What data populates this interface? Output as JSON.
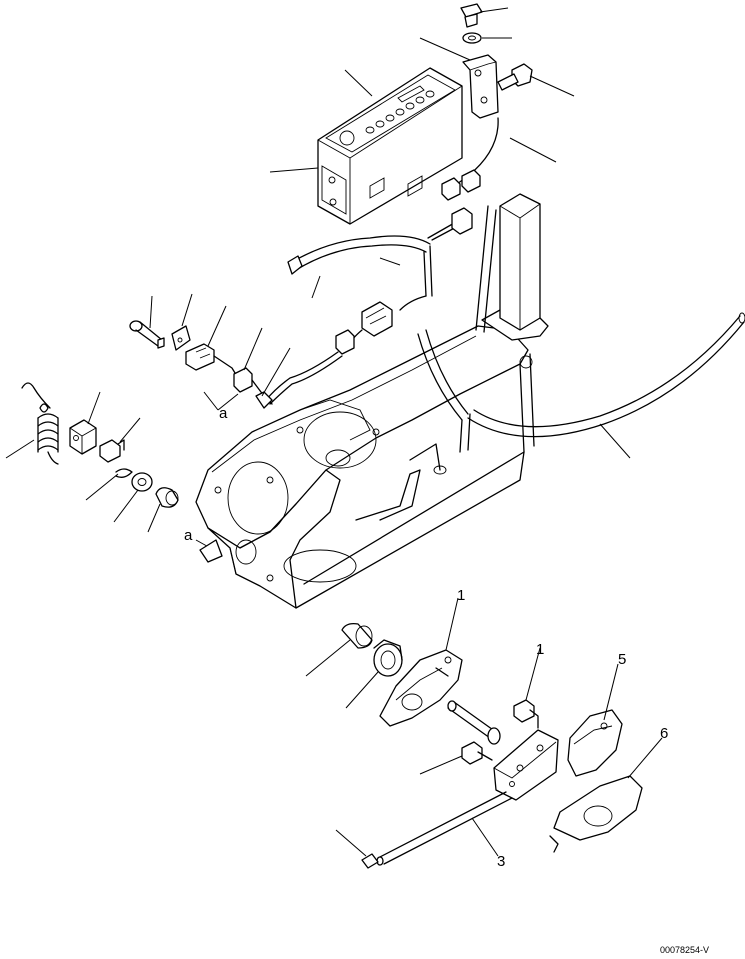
{
  "callouts": {
    "a_upper": "a",
    "a_lower": "a",
    "n1_top": "1",
    "n1_right": "1",
    "n5": "5",
    "n6": "6",
    "n3": "3"
  },
  "drawing_code": "00078254-V"
}
